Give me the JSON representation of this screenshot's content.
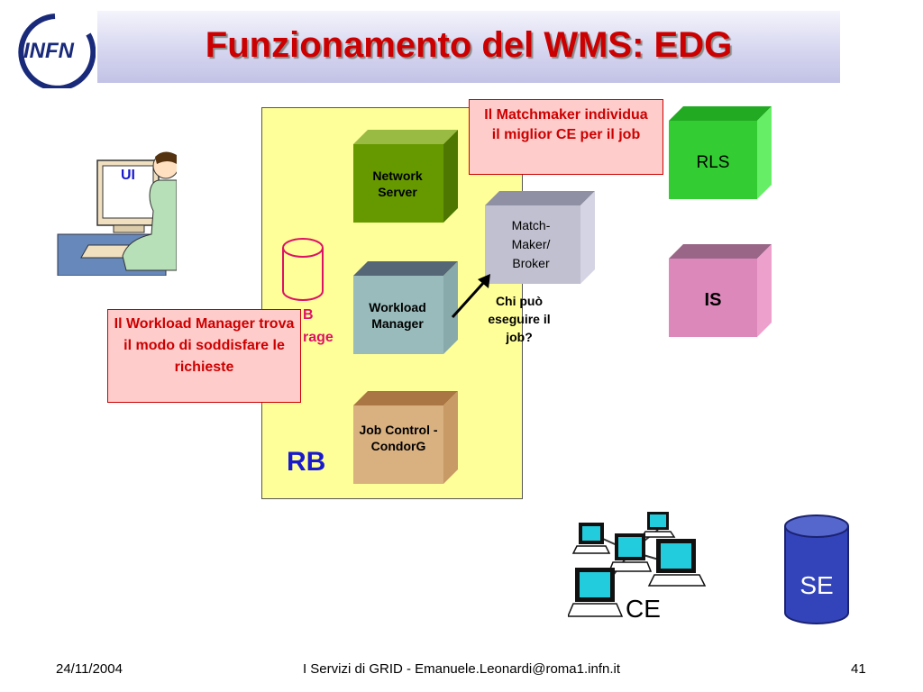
{
  "slide": {
    "title": "Funzionamento del WMS: EDG",
    "logo_text": "INFN"
  },
  "diagram": {
    "ui_label": "UI",
    "rb_label": "RB",
    "network_server_label": "Network Server",
    "workload_manager_label": "Workload Manager",
    "job_control_label": "Job Control - CondorG",
    "matchmaker_label": "Match- Maker/ Broker",
    "rls_label": "RLS",
    "is_label": "IS",
    "ce_label": "CE",
    "se_label": "SE",
    "storage_label_fragment_1": "B",
    "storage_label_fragment_2": "rage",
    "question_text": "Chi può eseguire il job?",
    "note_matchmaker": "Il Matchmaker individua il miglior CE per il job",
    "note_workload": "Il Workload Manager trova il modo di soddisfare le richieste"
  },
  "footer": {
    "date": "24/11/2004",
    "center_text": "I Servizi di GRID - Emanuele.Leonardi@roma1.infn.it",
    "page_number": "41"
  },
  "colors": {
    "title": "#cc0000",
    "rb_panel": "#ffff99",
    "network_server": "#669900",
    "workload_manager": "#99bbbb",
    "job_control": "#d9b080",
    "matchmaker": "#c0c0d0",
    "rls": "#33cc33",
    "is": "#dd88bb",
    "se": "#3344bb",
    "note_fill": "#ffcccc"
  }
}
